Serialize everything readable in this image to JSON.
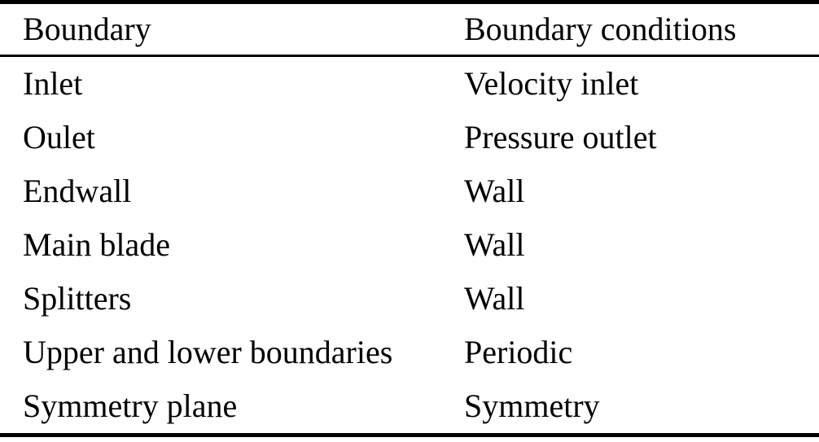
{
  "table": {
    "columns": [
      "Boundary",
      "Boundary conditions"
    ],
    "rows": [
      [
        "Inlet",
        "Velocity inlet"
      ],
      [
        "Oulet",
        "Pressure outlet"
      ],
      [
        "Endwall",
        "Wall"
      ],
      [
        "Main blade",
        "Wall"
      ],
      [
        "Splitters",
        "Wall"
      ],
      [
        "Upper and lower boundaries",
        "Periodic"
      ],
      [
        "Symmetry plane",
        "Symmetry"
      ]
    ]
  },
  "colors": {
    "text": "#000000",
    "background": "#ffffff",
    "rule": "#000000"
  },
  "chart_data": {
    "type": "table",
    "title": "",
    "columns": [
      "Boundary",
      "Boundary conditions"
    ],
    "rows": [
      [
        "Inlet",
        "Velocity inlet"
      ],
      [
        "Oulet",
        "Pressure outlet"
      ],
      [
        "Endwall",
        "Wall"
      ],
      [
        "Main blade",
        "Wall"
      ],
      [
        "Splitters",
        "Wall"
      ],
      [
        "Upper and lower boundaries",
        "Periodic"
      ],
      [
        "Symmetry plane",
        "Symmetry"
      ]
    ]
  }
}
